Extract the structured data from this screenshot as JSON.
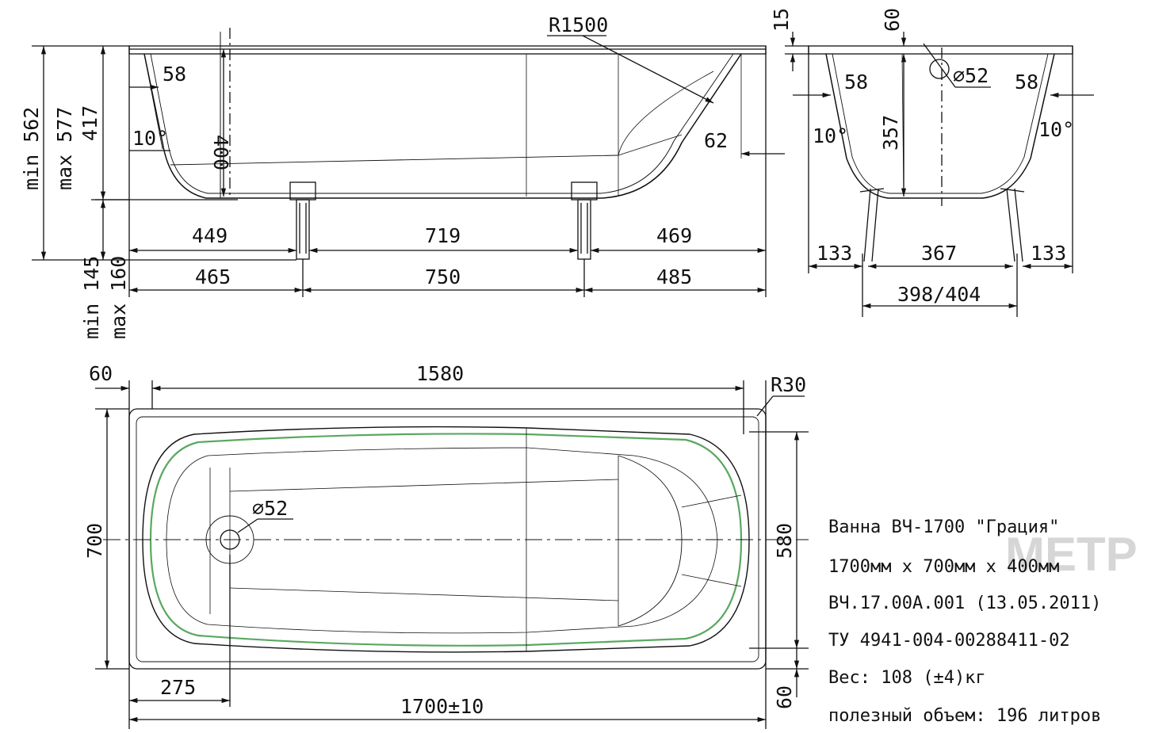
{
  "side_view": {
    "r_top": "R1500",
    "h_58": "58",
    "depth_400": "400",
    "angle": "10°",
    "h_62": "62",
    "min_562": "min 562",
    "max_577": "max 577",
    "h_417": "417",
    "min_145": "min 145",
    "max_160": "max 160",
    "seg_449": "449",
    "seg_719": "719",
    "seg_469": "469",
    "seg_465": "465",
    "seg_750": "750",
    "seg_485": "485"
  },
  "end_view": {
    "h_15": "15",
    "h_60": "60",
    "drain": "⌀52",
    "l_58": "58",
    "r_58": "58",
    "l_angle": "10°",
    "r_angle": "10°",
    "depth_357": "357",
    "w_133l": "133",
    "w_367": "367",
    "w_133r": "133",
    "w_398": "398/404"
  },
  "top_view": {
    "w_60": "60",
    "w_1580": "1580",
    "r30": "R30",
    "drain": "⌀52",
    "h_700": "700",
    "h_580": "580",
    "w_275": "275",
    "w_1700": "1700±10",
    "h_60": "60"
  },
  "spec": {
    "line1": "Ванна ВЧ-1700 \"Грация\"",
    "line2": "1700мм х 700мм х 400мм",
    "line3": "ВЧ.17.00А.001 (13.05.2011)",
    "line4": "ТУ 4941-004-00288411-02",
    "line5": "Вес: 108 (±4)кг",
    "line6": "полезный объем: 196 литров"
  },
  "watermark": "МЕТР"
}
